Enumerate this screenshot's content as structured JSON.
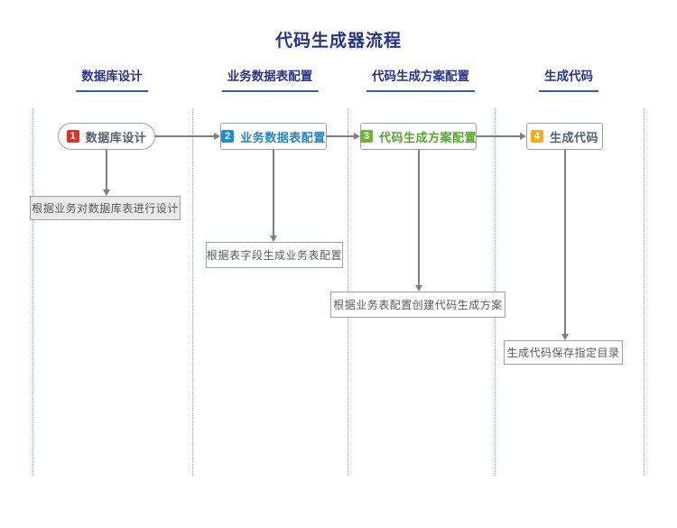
{
  "title": "代码生成器流程",
  "colors": {
    "title": "#27348b",
    "header-underline": "#3a57c4",
    "lane-line": "#8ba3c7",
    "arrow": "#7f7f7f",
    "node-border": "#9aa0a6",
    "badge-1": "#d8342c",
    "badge-2": "#1e8fd5",
    "badge-3": "#6fb33c",
    "badge-4": "#f0ad1e",
    "node-text-1": "#55606e",
    "node-text-2": "#1f85c4",
    "node-text-3": "#55a532",
    "node-text-4": "#55606e",
    "annotation-fill-1": "#e9e9e9",
    "annotation-fill": "#ffffff",
    "annotation-text": "#5a5a5a"
  },
  "lanes": [
    {
      "header": "数据库设计",
      "node": {
        "badge": "1",
        "label": "数据库设计"
      },
      "annotation": "根据业务对数据库表进行设计"
    },
    {
      "header": "业务数据表配置",
      "node": {
        "badge": "2",
        "label": "业务数据表配置"
      },
      "annotation": "根据表字段生成业务表配置"
    },
    {
      "header": "代码生成方案配置",
      "node": {
        "badge": "3",
        "label": "代码生成方案配置"
      },
      "annotation": "根据业务表配置创建代码生成方案"
    },
    {
      "header": "生成代码",
      "node": {
        "badge": "4",
        "label": "生成代码"
      },
      "annotation": "生成代码保存指定目录"
    }
  ]
}
